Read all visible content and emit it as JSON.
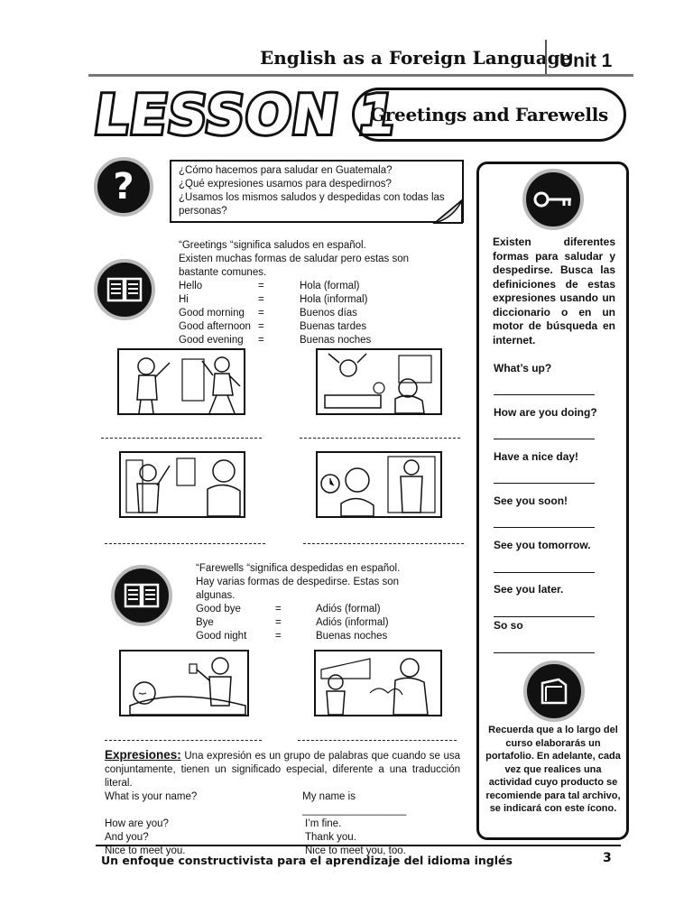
{
  "header": {
    "course_title": "English as a Foreign Language",
    "unit": "Unit  1",
    "lesson": "LESSON 1",
    "lesson_topic": "Greetings and Farewells"
  },
  "questions": [
    "¿Cómo hacemos para saludar en Guatemala?",
    "¿Qué expresiones usamos para despedirnos?",
    "¿Usamos los mismos saludos y despedidas con todas las personas?"
  ],
  "greetings": {
    "intro_1": "“Greetings “significa saludos en español.",
    "intro_2": "Existen muchas formas de saludar pero estas son bastante comunes.",
    "pairs": [
      {
        "en": "Hello",
        "eq": "=",
        "es": "Hola (formal)"
      },
      {
        "en": "Hi",
        "eq": "=",
        "es": "Hola (informal)"
      },
      {
        "en": "Good morning",
        "eq": "=",
        "es": "Buenos días"
      },
      {
        "en": "Good afternoon",
        "eq": "=",
        "es": "Buenas tardes"
      },
      {
        "en": "Good evening",
        "eq": "=",
        "es": "Buenas noches"
      }
    ]
  },
  "farewells": {
    "intro_1": "“Farewells “significa despedidas en español.",
    "intro_2": "Hay varias formas de despedirse.  Estas son algunas.",
    "pairs": [
      {
        "en": "Good bye",
        "eq": "=",
        "es": "Adiós (formal)"
      },
      {
        "en": "Bye",
        "eq": "=",
        "es": "Adiós (informal)"
      },
      {
        "en": "Good night",
        "eq": "=",
        "es": "Buenas noches"
      }
    ]
  },
  "expresiones": {
    "label": "Expresiones:",
    "definition": " Una expresión es un grupo de palabras que cuando se usa conjuntamente, tienen un significado especial, diferente a una traducción literal.",
    "rows": [
      {
        "left": "What is your name?",
        "right": "My name is __________________"
      },
      {
        "left": "How are you?",
        "right": "I’m fine."
      },
      {
        "left": "And you?",
        "right": "Thank you."
      },
      {
        "left": "Nice to meet you.",
        "right": "Nice to meet you, too."
      }
    ]
  },
  "sidebar": {
    "intro": "Existen diferentes formas para saludar y despedirse.  Busca las definiciones de estas expresiones usando un diccionario o en un motor de búsqueda en internet.",
    "items": [
      "What’s up?",
      "How are you doing?",
      "Have a nice day!",
      "See you soon!",
      "See you tomorrow.",
      "See you later.",
      "So  so"
    ],
    "portfolio_note": "Recuerda que a lo largo del curso elaborarás un portafolio. En adelante, cada vez que realices una actividad cuyo producto se recomiende para tal archivo, se indicará con este ícono."
  },
  "footer": {
    "text": "Un enfoque constructivista para el aprendizaje del idioma inglés",
    "page_number": "3"
  },
  "icons": [
    "question-icon",
    "book-icon",
    "key-icon",
    "folder-icon"
  ]
}
